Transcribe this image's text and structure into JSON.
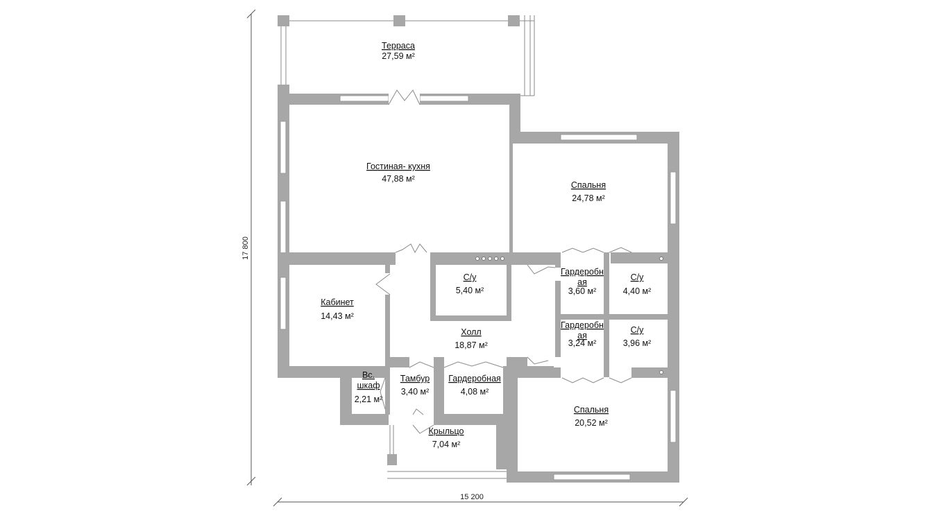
{
  "dimensions": {
    "height": "17 800",
    "width": "15 200"
  },
  "rooms": {
    "terrace": {
      "name": "Терраса",
      "area": "27,59 м²"
    },
    "living": {
      "name": "Гостиная- кухня",
      "area": "47,88 м²"
    },
    "bedroom1": {
      "name": "Спальня",
      "area": "24,78 м²"
    },
    "bath1": {
      "name": "С/у",
      "area": "5,40 м²"
    },
    "wardrobe1": {
      "name1": "Гардеробн",
      "name2": "ая",
      "area": "3,60 м²"
    },
    "bath2": {
      "name": "С/у",
      "area": "4,40 м²"
    },
    "office": {
      "name": "Кабинет",
      "area": "14,43 м²"
    },
    "hall": {
      "name": "Холл",
      "area": "18,87 м²"
    },
    "wardrobe2": {
      "name1": "Гардеробн",
      "name2": "ая",
      "area": "3,24 м²"
    },
    "bath3": {
      "name": "С/у",
      "area": "3,96 м²"
    },
    "closet": {
      "name1": "Вс.",
      "name2": "шкаф",
      "area": "2,21 м²"
    },
    "vestibule": {
      "name": "Тамбур",
      "area": "3,40 м²"
    },
    "wardrobe3": {
      "name": "Гардеробная",
      "area": "4,08 м²"
    },
    "bedroom2": {
      "name": "Спальня",
      "area": "20,52 м²"
    },
    "porch": {
      "name": "Крыльцо",
      "area": "7,04 м²"
    }
  }
}
